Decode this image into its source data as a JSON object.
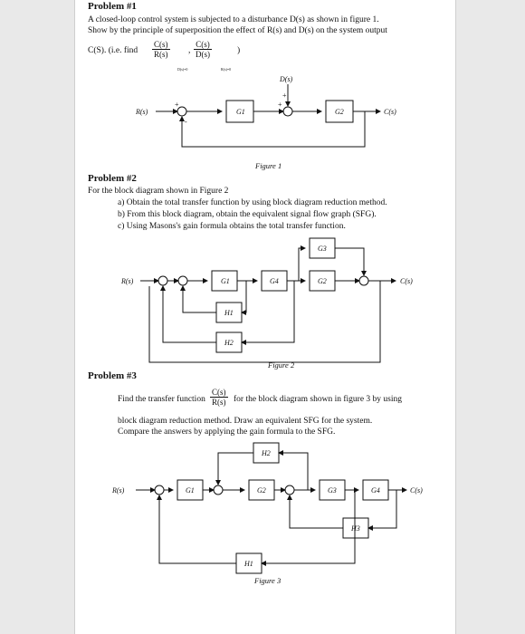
{
  "p1": {
    "heading": "Problem #1",
    "line1": "A closed-loop control system is subjected to a disturbance D(s) as shown in figure 1.",
    "line2": "Show by the principle of superposition the effect of R(s) and D(s) on the system output",
    "find_prefix": "C(S). (i.e. find",
    "frac1_num": "C(s)",
    "frac1_den": "R(s)",
    "frac1_sub": "D(s)=0",
    "comma": ",",
    "frac2_num": "C(s)",
    "frac2_den": "D(s)",
    "frac2_sub": "R(s)=0",
    "close": ")",
    "figure": {
      "caption": "Figure 1",
      "blocks": [
        "G1",
        "G2"
      ],
      "input": "R(s)",
      "output": "C(s)",
      "disturbance": "D(s)"
    }
  },
  "p2": {
    "heading": "Problem #2",
    "intro": "For the block diagram shown in Figure 2",
    "items": [
      "a)  Obtain the total transfer function by using block diagram reduction method.",
      "b)  From this block diagram, obtain the equivalent signal flow graph (SFG).",
      "c)  Using Masons's gain formula obtains the total transfer function."
    ],
    "figure": {
      "caption": "Figure 2",
      "blocks": [
        "G3",
        "G1",
        "G4",
        "G2",
        "H1",
        "H2"
      ],
      "input": "R(s)",
      "output": "C(s)"
    }
  },
  "p3": {
    "heading": "Problem #3",
    "find_text": "Find the transfer function",
    "frac_num": "C(s)",
    "frac_den": "R(s)",
    "after_frac": "for the block diagram shown in figure 3 by using",
    "line2": "block diagram reduction method. Draw an equivalent SFG for the system.",
    "line3": "Compare the answers by applying the gain formula to the SFG.",
    "figure": {
      "caption": "Figure 3",
      "blocks": [
        "H2",
        "G1",
        "G2",
        "G3",
        "G4",
        "H3",
        "H1"
      ],
      "input": "R(s)",
      "output": "C(s)"
    }
  }
}
